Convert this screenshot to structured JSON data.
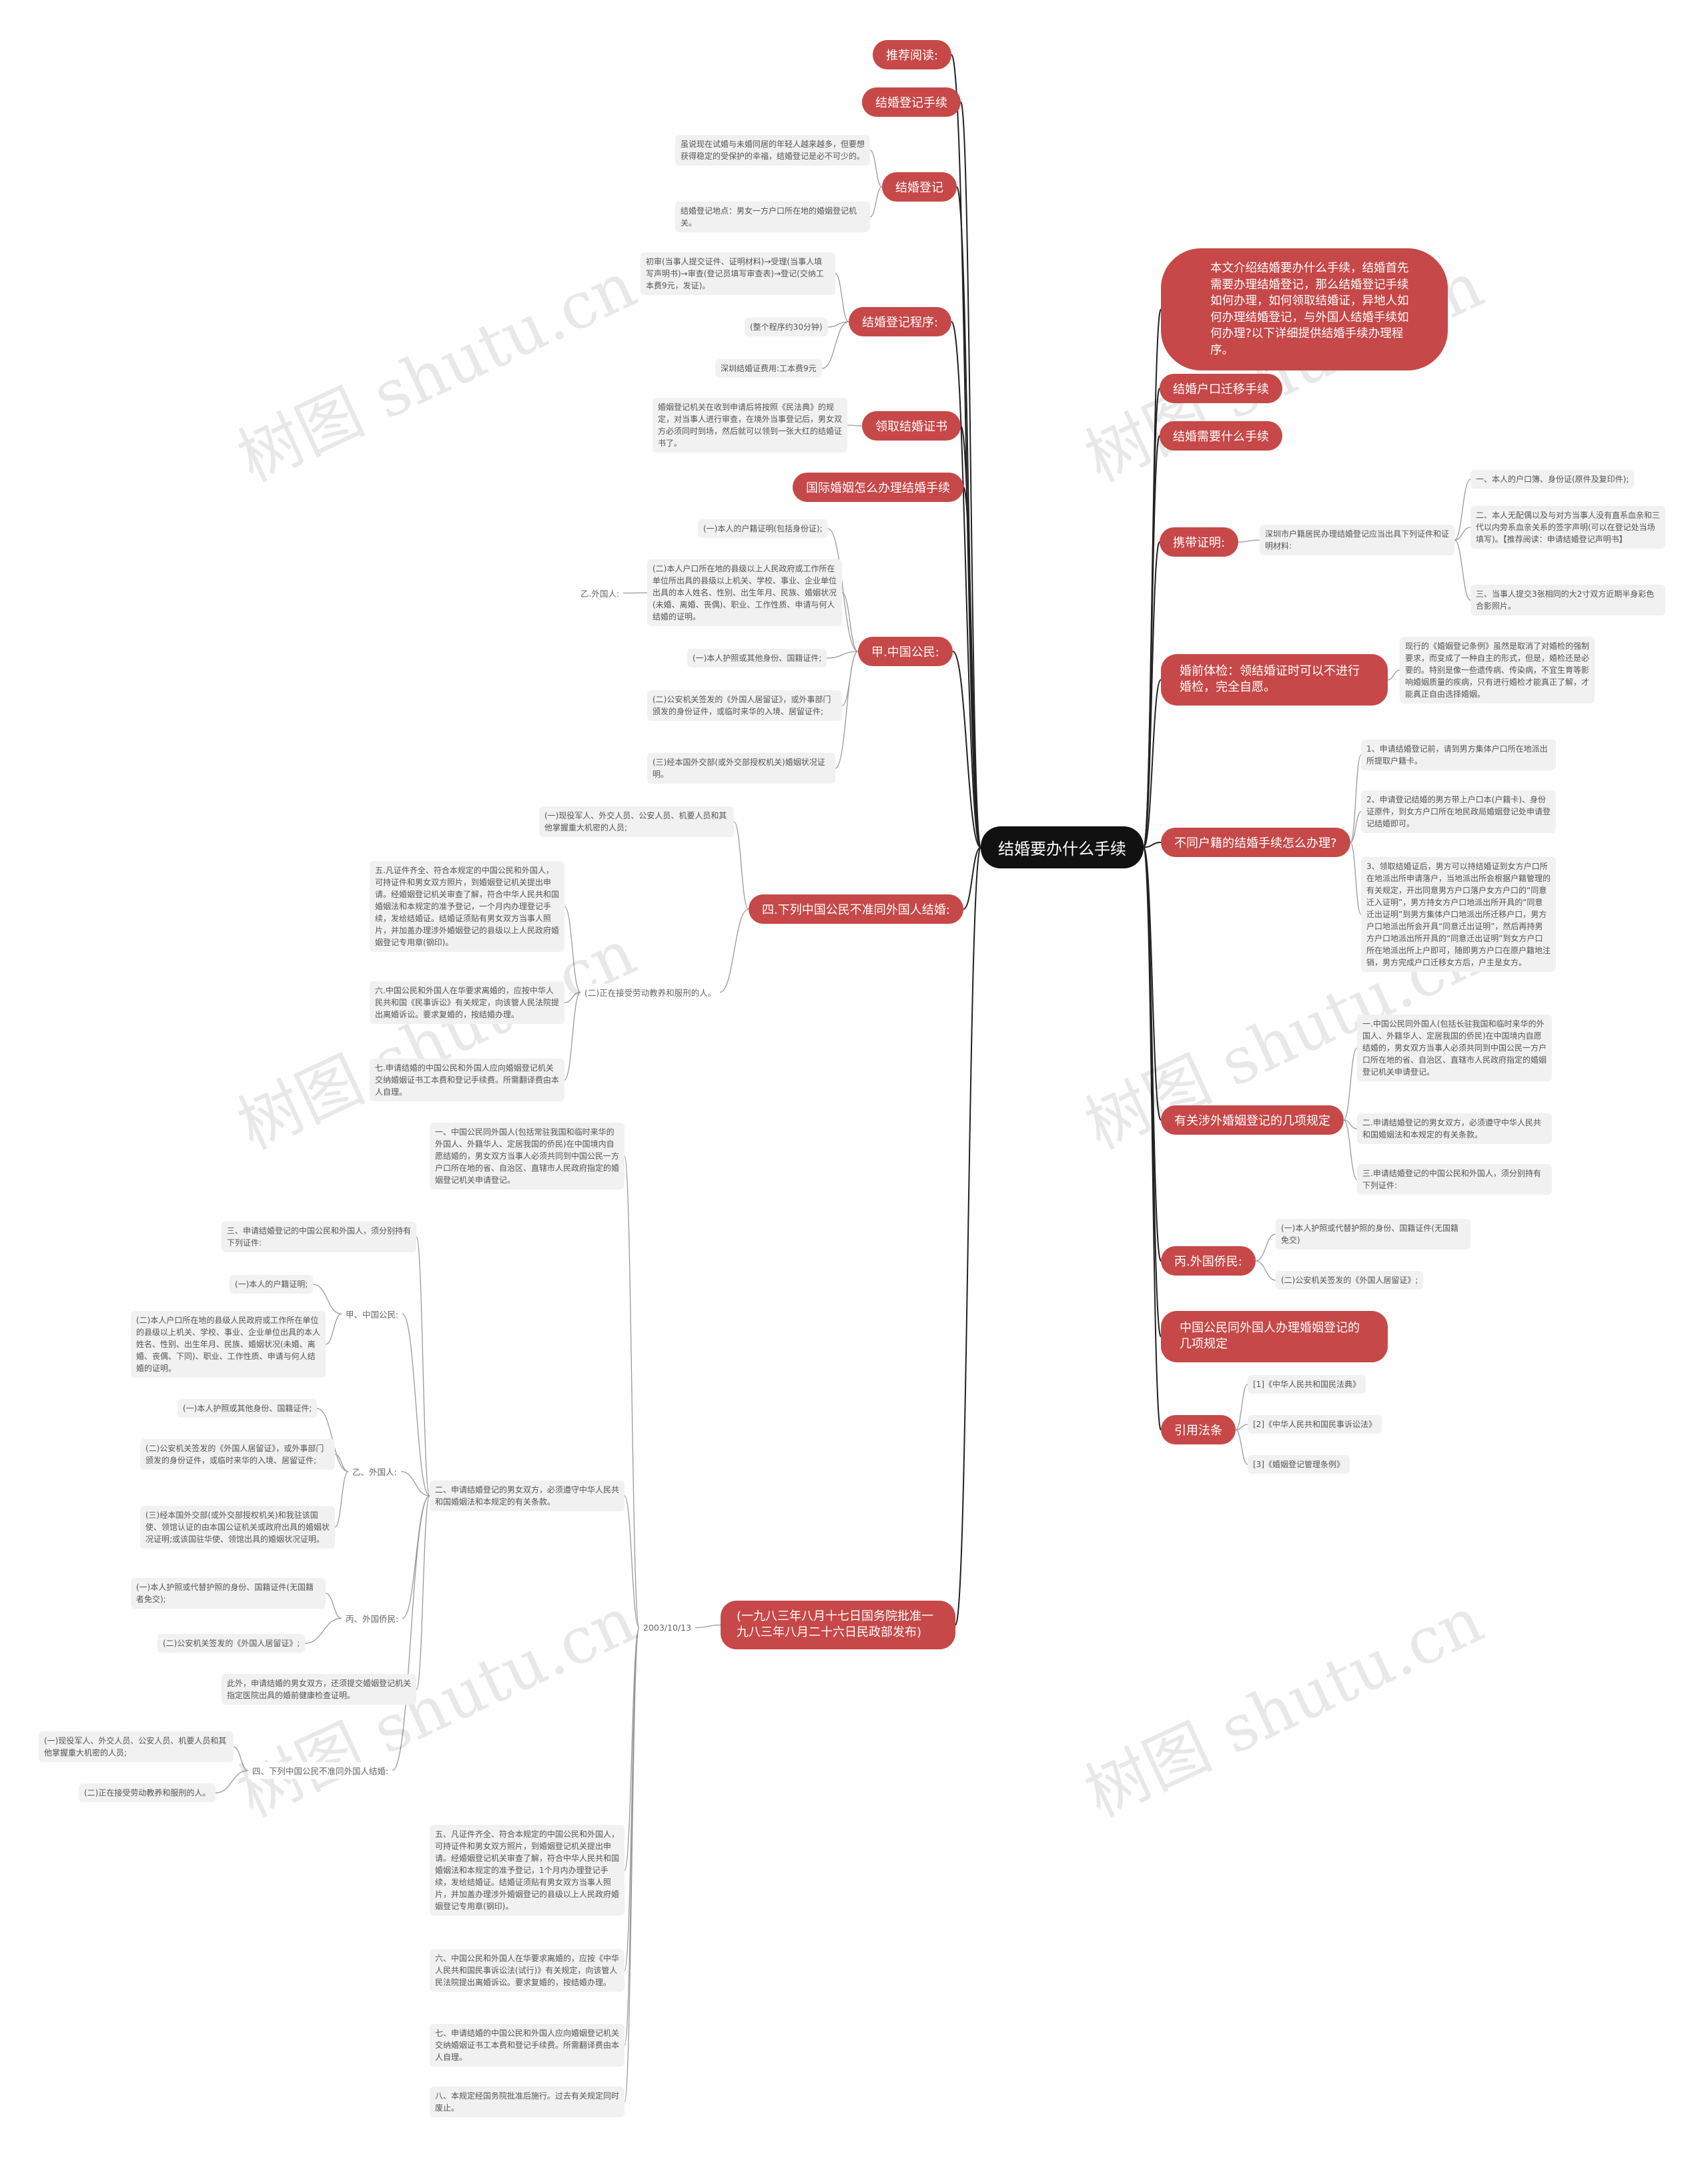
{
  "watermark": "树图 shutu.cn",
  "root": "结婚要办什么手续",
  "intro": "本文介绍结婚要办什么手续，结婚首先需要办理结婚登记，那么结婚登记手续如何办理，如何领取结婚证，异地人如何办理结婚登记，与外国人结婚手续如何办理?以下详细提供结婚手续办理程序。",
  "branches": {
    "recommend": "推荐阅读:",
    "reg_procedure": "结婚登记手续",
    "registration": "结婚登记",
    "reg_flow": "结婚登记程序:",
    "receive_cert": "领取结婚证书",
    "intl": "国际婚姻怎么办理结婚手续",
    "jia": "甲.中国公民:",
    "si": "四.下列中国公民不准同外国人结婚:",
    "decree": "(一九八三年八月十七日国务院批准一九八三年八月二十六日民政部发布)",
    "hukou": "结婚户口迁移手续",
    "needed": "结婚需要什么手续",
    "carry": "携带证明:",
    "premarital": "婚前体检：领结婚证时可以不进行婚检，完全自愿。",
    "diff_hukou": "不同户籍的结婚手续怎么办理?",
    "foreign_rules": "有关涉外婚姻登记的几项规定",
    "bing": "丙.外国侨民:",
    "citizen_foreign": "中国公民同外国人办理婚姻登记的几项规定",
    "refs": "引用法条"
  },
  "left_leaves": {
    "reg1": "虽说现在试婚与未婚同居的年轻人越来越多，但要想获得稳定的受保护的幸福，结婚登记是必不可少的。",
    "reg2": "结婚登记地点：男女一方户口所在地的婚姻登记机关。",
    "flow1": "初审(当事人提交证件、证明材料)→受理(当事人填写声明书)→审查(登记员填写审查表)→登记(交纳工本费9元，发证)。",
    "flow2": "(整个程序约30分钟)",
    "flow3": "深圳结婚证费用:工本费9元",
    "cert1": "婚姻登记机关在收到申请后将按照《民法典》的规定，对当事人进行审查，在境外当事登记后，男女双方必须同时到场，然后就可以领到一张大红的结婚证书了。",
    "jia1": "(一)本人的户籍证明(包括身份证);",
    "jia2": "(二)本人户口所在地的县级以上人民政府或工作所在单位所出具的县级以上机关、学校、事业、企业单位出具的本人姓名、性别、出生年月、民族、婚姻状况(未婚、离婚、丧偶)、职业、工作性质、申请与何人结婚的证明。",
    "jia_yi": "乙.外国人:",
    "jia3": "(一)本人护照或其他身份、国籍证件;",
    "jia4": "(二)公安机关签发的《外国人居留证》，或外事部门颁发的身份证件，或临时来华的入境、居留证件;",
    "jia5": "(三)经本国外交部(或外交部授权机关)婚姻状况证明。",
    "si1": "(一)现役军人、外交人员、公安人员、机要人员和其他掌握重大机密的人员;",
    "si2": "(二)正在接受劳动教养和服刑的人。",
    "si_5": "五.凡证件齐全、符合本规定的中国公民和外国人，可持证件和男女双方照片，到婚姻登记机关提出申请。经婚姻登记机关审查了解，符合中华人民共和国婚姻法和本规定的准予登记，一个月内办理登记手续，发给结婚证。结婚证须贴有男女双方当事人照片，并加盖办理涉外婚姻登记的县级以上人民政府婚姻登记专用章(钢印)。",
    "si_6": "六.中国公民和外国人在华要求离婚的，应按中华人民共和国《民事诉讼》有关规定，向该管人民法院提出离婚诉讼。要求复婚的，按结婚办理。",
    "si_7": "七.申请结婚的中国公民和外国人应向婚姻登记机关交纳婚姻证书工本费和登记手续费。所需翻译费由本人自理。",
    "date": "2003/10/13",
    "d1": "一、中国公民同外国人(包括常驻我国和临时来华的外国人、外籍华人、定居我国的侨民)在中国境内自愿结婚的，男女双方当事人必须共同到中国公民一方户口所在地的省、自治区、直辖市人民政府指定的婚姻登记机关申请登记。",
    "d2": "二、申请结婚登记的男女双方，必须遵守中华人民共和国婚姻法和本规定的有关条款。",
    "d2_3": "三、申请结婚登记的中国公民和外国人，须分别持有下列证件:",
    "d2_jia": "甲、中国公民:",
    "d2_jia1": "(一)本人的户籍证明;",
    "d2_jia2": "(二)本人户口所在地的县级人民政府或工作所在单位的县级以上机关、学校、事业、企业单位出具的本人姓名、性别、出生年月、民族、婚姻状况(未婚、离婚、丧偶、下同)、职业、工作性质、申请与何人结婚的证明。",
    "d2_yi": "乙、外国人:",
    "d2_yi1": "(一)本人护照或其他身份、国籍证件;",
    "d2_yi2": "(二)公安机关签发的《外国人居留证》，或外事部门颁发的身份证件，或临时来华的入境、居留证件;",
    "d2_yi3": "(三)经本国外交部(或外交部授权机关)和我驻该国使、领馆认证的由本国公证机关或政府出具的婚姻状况证明;或该国驻华使、领馆出具的婚姻状况证明。",
    "d2_bing": "丙、外国侨民:",
    "d2_bing1": "(一)本人护照或代替护照的身份、国籍证件(无国籍者免交);",
    "d2_bing2": "(二)公安机关签发的《外国人居留证》;",
    "d2_extra": "此外，申请结婚的男女双方，还须提交婚姻登记机关指定医院出具的婚前健康检查证明。",
    "d2_si": "四、下列中国公民不准同外国人结婚:",
    "d2_si1": "(一)现役军人、外交人员、公安人员、机要人员和其他掌握重大机密的人员;",
    "d2_si2": "(二)正在接受劳动教养和服刑的人。",
    "d5": "五、凡证件齐全、符合本规定的中国公民和外国人，可持证件和男女双方照片，到婚姻登记机关提出申请。经婚姻登记机关审查了解，符合中华人民共和国婚姻法和本规定的准予登记，1个月内办理登记手续，发给结婚证。结婚证须贴有男女双方当事人照片，并加盖办理涉外婚姻登记的县级以上人民政府婚姻登记专用章(钢印)。",
    "d6": "六、中国公民和外国人在华要求离婚的，应按《中华人民共和国民事诉讼法(试行)》有关规定，向该管人民法院提出离婚诉讼。要求复婚的，按结婚办理。",
    "d7": "七、申请结婚的中国公民和外国人应向婚姻登记机关交纳婚姻证书工本费和登记手续费。所需翻译费由本人自理。",
    "d8": "八、本规定经国务院批准后施行。过去有关规定同时废止。"
  },
  "right_leaves": {
    "carry_main": "深圳市户籍居民办理结婚登记应当出具下列证件和证明材料:",
    "carry1": "一、本人的户口簿、身份证(原件及复印件);",
    "carry2": "二、本人无配偶以及与对方当事人没有直系血亲和三代以内旁系血亲关系的签字声明(可以在登记处当场填写)。【推荐阅读：申请结婚登记声明书】",
    "carry3": "三、当事人提交3张相同的大2寸双方近期半身彩色合影照片。",
    "premarital1": "现行的《婚姻登记条例》虽然是取消了对婚检的强制要求，而变成了一种自主的形式，但是，婚检还是必要的。特别是像一些遗传病、传染病，不宜生育等影响婚姻质量的疾病，只有进行婚检才能真正了解，才能真正自由选择婚姻。",
    "diff1": "1、申请结婚登记前，请到男方集体户口所在地派出所提取户籍卡。",
    "diff2": "2、申请登记结婚的男方带上户口本(户籍卡)、身份证原件，到女方户口所在地民政局婚姻登记处申请登记结婚即可。",
    "diff3": "3、领取结婚证后，男方可以持结婚证到女方户口所在地派出所申请落户，当地派出所会根据户籍管理的有关规定，开出同意男方户口落户女方户口的“同意迁入证明”，男方持女方户口地派出所开具的“同意迁出证明”到男方集体户口地派出所迁移户口，男方户口地派出所会开具“同意迁出证明”，然后再持男方户口地派出所开具的“同意迁出证明”到女方户口所在地派出所上户即可，随即男方户口在原户籍地注销，男方完成户口迁移女方后，户主是女方。",
    "rule1": "一.中国公民同外国人(包括长驻我国和临时来华的外国人、外籍华人、定居我国的侨民)在中国境内自愿结婚的，男女双方当事人必须共同到中国公民一方户口所在地的省、自治区、直辖市人民政府指定的婚姻登记机关申请登记。",
    "rule2": "二.申请结婚登记的男女双方，必须遵守中华人民共和国婚姻法和本规定的有关条款。",
    "rule3": "三.申请结婚登记的中国公民和外国人，须分别持有下列证件:",
    "bing1": "(一)本人护照或代替护照的身份、国籍证件(无国籍免交)",
    "bing2": "(二)公安机关签发的《外国人居留证》;",
    "ref1": "[1]《中华人民共和国民法典》",
    "ref2": "[2]《中华人民共和国民事诉讼法》",
    "ref3": "[3]《婚姻登记管理条例》"
  }
}
